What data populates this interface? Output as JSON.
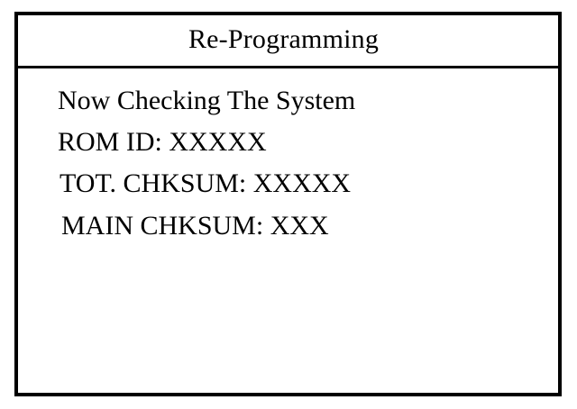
{
  "dialog": {
    "title": "Re-Programming",
    "status_lines": [
      "Now Checking The System",
      "ROM ID: XXXXX",
      "TOT. CHKSUM: XXXXX",
      "MAIN CHKSUM: XXX"
    ],
    "colors": {
      "background": "#ffffff",
      "foreground": "#000000",
      "border": "#000000"
    }
  }
}
